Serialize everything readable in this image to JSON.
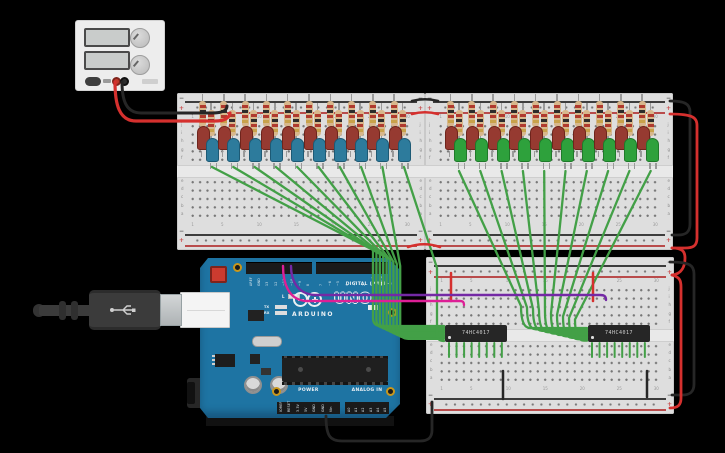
{
  "canvas": {
    "background": "#000000"
  },
  "power_supply": {
    "displays": 2,
    "knobs": 2,
    "terminals": [
      "positive",
      "negative"
    ]
  },
  "breadboard": {
    "plus": "+",
    "minus": "−",
    "row_letters_top": [
      "j",
      "i",
      "h",
      "g",
      "f"
    ],
    "row_letters_bottom": [
      "e",
      "d",
      "c",
      "b",
      "a"
    ],
    "column_numbers": [
      "1",
      "5",
      "10",
      "15",
      "20",
      "25",
      "30"
    ],
    "columns": 30
  },
  "arduino": {
    "brand": "ARDUINO",
    "model": "UNO",
    "digital_label": "DIGITAL (PWM~)",
    "power_label": "POWER",
    "analog_label": "ANALOG IN",
    "led_l": "L",
    "led_tx": "TX",
    "led_rx": "RX",
    "digital_pins_left": [
      "AREF",
      "GND",
      "13",
      "12",
      "~11",
      "~10",
      "~9",
      "8"
    ],
    "digital_pins_right": [
      "7",
      "~6",
      "~5",
      "4",
      "~3",
      "2",
      "TX→1",
      "RX←0"
    ],
    "power_pins": [
      "IOREF",
      "RESET",
      "3.3V",
      "5V",
      "GND",
      "GND",
      "Vin"
    ],
    "analog_pins": [
      "A0",
      "A1",
      "A2",
      "A3",
      "A4",
      "A5"
    ]
  },
  "ics": [
    {
      "label": "74HC4017"
    },
    {
      "label": "74HC4017"
    }
  ],
  "leds": {
    "groups_per_board": 10,
    "board1_pair": [
      "dark_red",
      "blue"
    ],
    "board2_pair": [
      "dark_red",
      "green"
    ]
  },
  "colors": {
    "breadboard": "#dedede",
    "rail_red": "#b94c4c",
    "rail_black": "#3d3d3d",
    "arduino_blue": "#1e74a3",
    "ic_body": "#262626",
    "resistor_body": "#d7b78c",
    "led_dark_red": "#963a31",
    "led_blue": "#2d7b9c",
    "led_green": "#2ea13c",
    "wire_green": "#43a047",
    "wire_red": "#d5302e",
    "wire_black": "#262626",
    "wire_purple": "#7429a5",
    "wire_magenta": "#dd1f96",
    "psu_body": "#ededed"
  }
}
